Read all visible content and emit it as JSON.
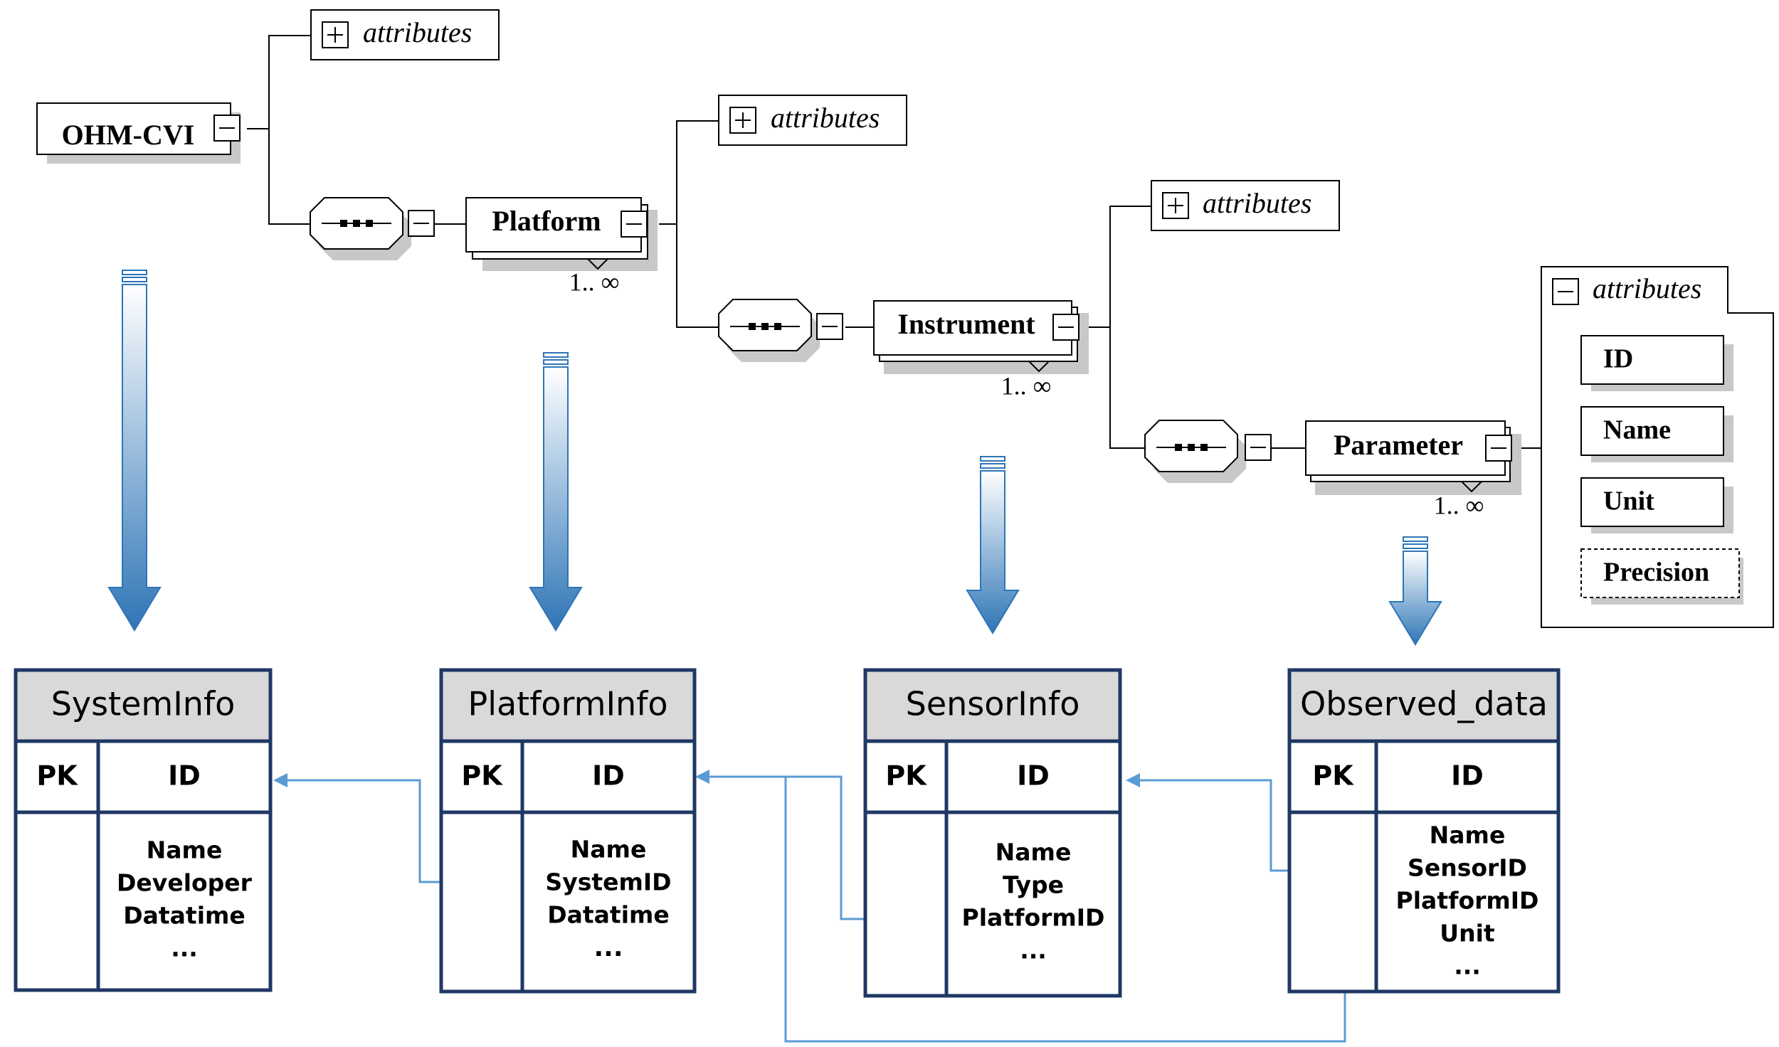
{
  "schema": {
    "root": "OHM-CVI",
    "attributes_label": "attributes",
    "platform": "Platform",
    "instrument": "Instrument",
    "parameter": "Parameter",
    "multiplicity": "1.. ∞",
    "parameter_attributes": [
      "ID",
      "Name",
      "Unit",
      "Precision"
    ]
  },
  "tables": [
    {
      "name": "SystemInfo",
      "pk_label": "PK",
      "pk_field": "ID",
      "fields": [
        "Name",
        "Developer",
        "Datatime",
        "..."
      ]
    },
    {
      "name": "PlatformInfo",
      "pk_label": "PK",
      "pk_field": "ID",
      "fields": [
        "Name",
        "SystemID",
        "Datatime",
        "..."
      ]
    },
    {
      "name": "SensorInfo",
      "pk_label": "PK",
      "pk_field": "ID",
      "fields": [
        "Name",
        "Type",
        "PlatformID",
        "..."
      ]
    },
    {
      "name": "Observed_data",
      "pk_label": "PK",
      "pk_field": "ID",
      "fields": [
        "Name",
        "SensorID",
        "PlatformID",
        "Unit",
        "..."
      ]
    }
  ],
  "colors": {
    "table_border": "#1f3864",
    "table_header": "#d9d9d9",
    "link": "#5b9bd5",
    "arrow_top": "#ffffff",
    "arrow_bottom": "#2e75b6",
    "shadow": "#c0c0c0"
  }
}
